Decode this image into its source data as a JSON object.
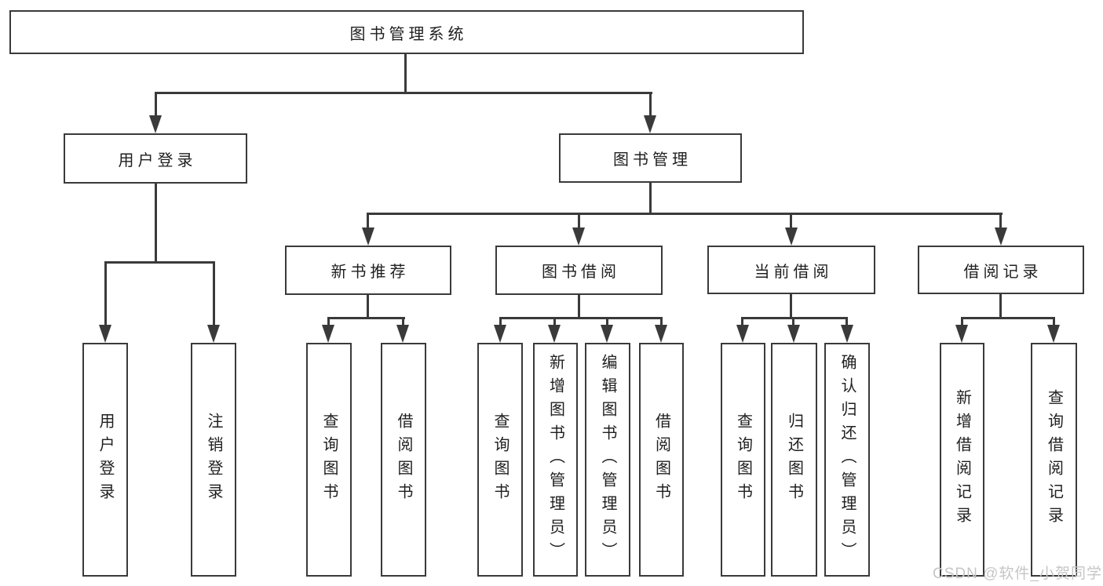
{
  "diagram": {
    "title": "图书管理系统",
    "nodes": {
      "root": {
        "label": "图书管理系统"
      },
      "user_login": {
        "label": "用户登录"
      },
      "book_mgmt": {
        "label": "图书管理"
      },
      "new_book_rec": {
        "label": "新书推荐"
      },
      "book_borrow": {
        "label": "图书借阅"
      },
      "current_borrow": {
        "label": "当前借阅"
      },
      "borrow_record": {
        "label": "借阅记录"
      },
      "leaf_user_login": {
        "label": "用户登录"
      },
      "leaf_logout": {
        "label": "注销登录"
      },
      "leaf_nb_query": {
        "label": "查询图书"
      },
      "leaf_nb_borrow": {
        "label": "借阅图书"
      },
      "leaf_bb_query": {
        "label": "查询图书"
      },
      "leaf_bb_add": {
        "label": "新增图书（管理员）"
      },
      "leaf_bb_edit": {
        "label": "编辑图书（管理员）"
      },
      "leaf_bb_borrow": {
        "label": "借阅图书"
      },
      "leaf_cb_query": {
        "label": "查询图书"
      },
      "leaf_cb_return": {
        "label": "归还图书"
      },
      "leaf_cb_confirm": {
        "label": "确认归还（管理员）"
      },
      "leaf_br_add": {
        "label": "新增借阅记录"
      },
      "leaf_br_query": {
        "label": "查询借阅记录"
      }
    },
    "edges": [
      {
        "from": "图书管理系统",
        "to": [
          "用户登录",
          "图书管理"
        ]
      },
      {
        "from": "用户登录",
        "to": [
          "用户登录",
          "注销登录"
        ]
      },
      {
        "from": "图书管理",
        "to": [
          "新书推荐",
          "图书借阅",
          "当前借阅",
          "借阅记录"
        ]
      },
      {
        "from": "新书推荐",
        "to": [
          "查询图书",
          "借阅图书"
        ]
      },
      {
        "from": "图书借阅",
        "to": [
          "查询图书",
          "新增图书（管理员）",
          "编辑图书（管理员）",
          "借阅图书"
        ]
      },
      {
        "from": "当前借阅",
        "to": [
          "查询图书",
          "归还图书",
          "确认归还（管理员）"
        ]
      },
      {
        "from": "借阅记录",
        "to": [
          "新增借阅记录",
          "查询借阅记录"
        ]
      }
    ]
  },
  "watermark": {
    "text": "CSDN @软件_小贺同学",
    "color": "#c6c6c6"
  },
  "colors": {
    "background": "#ffffff",
    "line": "#3a3a3a",
    "border": "#3a3a3a",
    "text": "#1f1f1f"
  }
}
